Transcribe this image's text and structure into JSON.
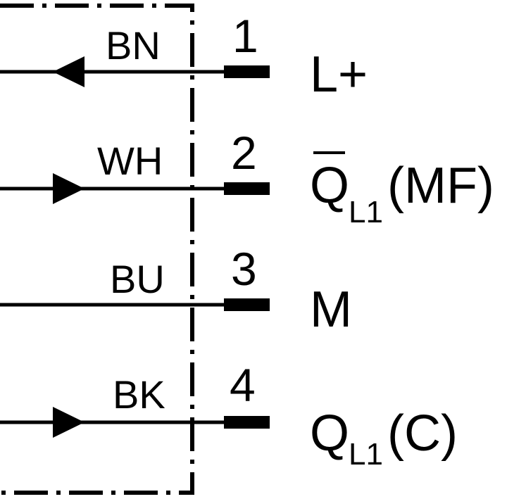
{
  "pins": [
    {
      "number": "1",
      "wire_color": "BN",
      "signal": "L+",
      "arrow": "toward-left"
    },
    {
      "number": "2",
      "wire_color": "WH",
      "signal_main": "Q",
      "signal_sub": "L1",
      "signal_suffix": "(MF)",
      "overline": true,
      "arrow": "toward-right"
    },
    {
      "number": "3",
      "wire_color": "BU",
      "signal": "M",
      "arrow": "none"
    },
    {
      "number": "4",
      "wire_color": "BK",
      "signal_main": "Q",
      "signal_sub": "L1",
      "signal_suffix": "(C)",
      "overline": false,
      "arrow": "toward-right"
    }
  ],
  "colors": {
    "line": "#000000",
    "background": "#ffffff"
  }
}
